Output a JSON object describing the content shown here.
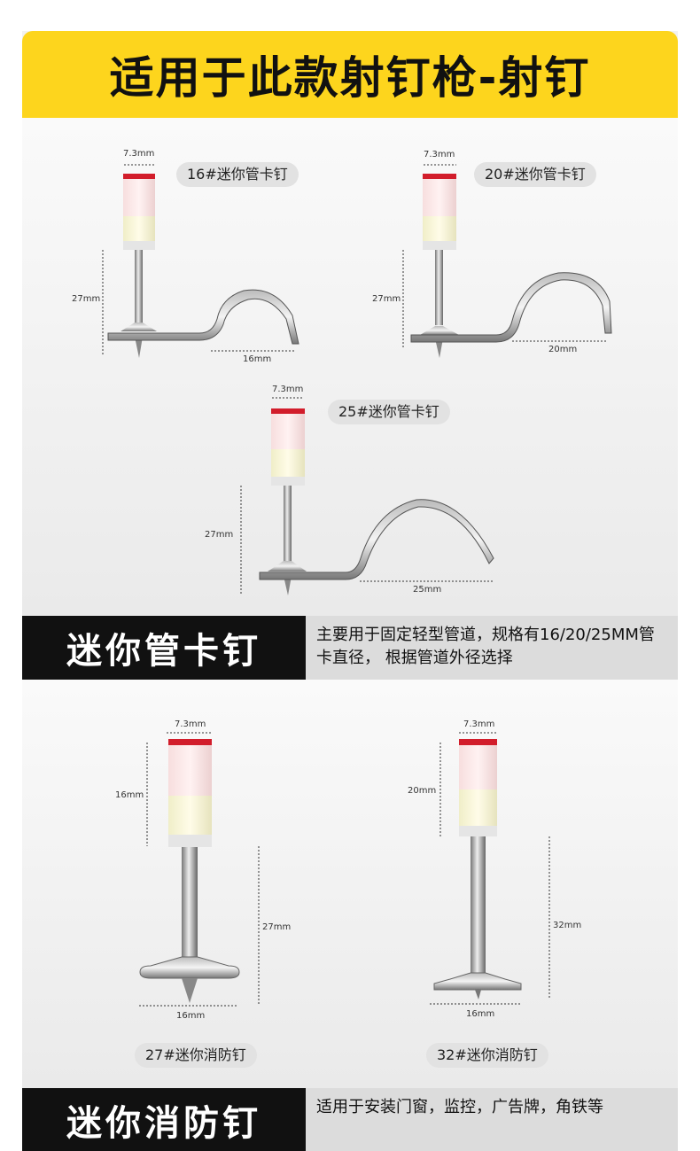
{
  "header": {
    "title": "适用于此款射钉枪-射钉"
  },
  "pipe_clip_nails": [
    {
      "label": "16#迷你管卡钉",
      "width": "7.3mm",
      "height": "27mm",
      "span": "16mm"
    },
    {
      "label": "20#迷你管卡钉",
      "width": "7.3mm",
      "height": "27mm",
      "span": "20mm"
    },
    {
      "label": "25#迷你管卡钉",
      "width": "7.3mm",
      "height": "27mm",
      "span": "25mm"
    }
  ],
  "section1": {
    "title": "迷你管卡钉",
    "description": "主要用于固定轻型管道，规格有16/20/25MM管卡直径， 根据管道外径选择"
  },
  "fire_nails": [
    {
      "label": "27#迷你消防钉",
      "width": "7.3mm",
      "load_height": "16mm",
      "shank": "27mm",
      "washer": "16mm"
    },
    {
      "label": "32#迷你消防钉",
      "width": "7.3mm",
      "load_height": "20mm",
      "shank": "32mm",
      "washer": "16mm"
    }
  ],
  "section2": {
    "title": "迷你消防钉",
    "description": "适用于安装门窗，监控，广告牌，角铁等"
  }
}
